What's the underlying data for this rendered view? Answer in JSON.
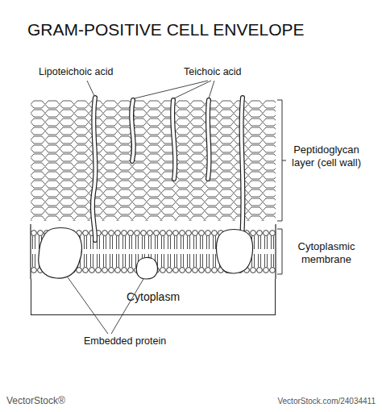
{
  "diagram": {
    "title": "GRAM-POSITIVE CELL ENVELOPE",
    "nodes": [
      {
        "text": [
          "Cytoplasm"
        ]
      }
    ],
    "labels": [
      "Lipoteichoic acid",
      "Teichoic acid",
      "Peptidoglycan layer (cell wall)",
      "Cytoplasmic membrane",
      "Embedded protein",
      "VectorStock®",
      "VectorStock.com/24034411"
    ]
  }
}
